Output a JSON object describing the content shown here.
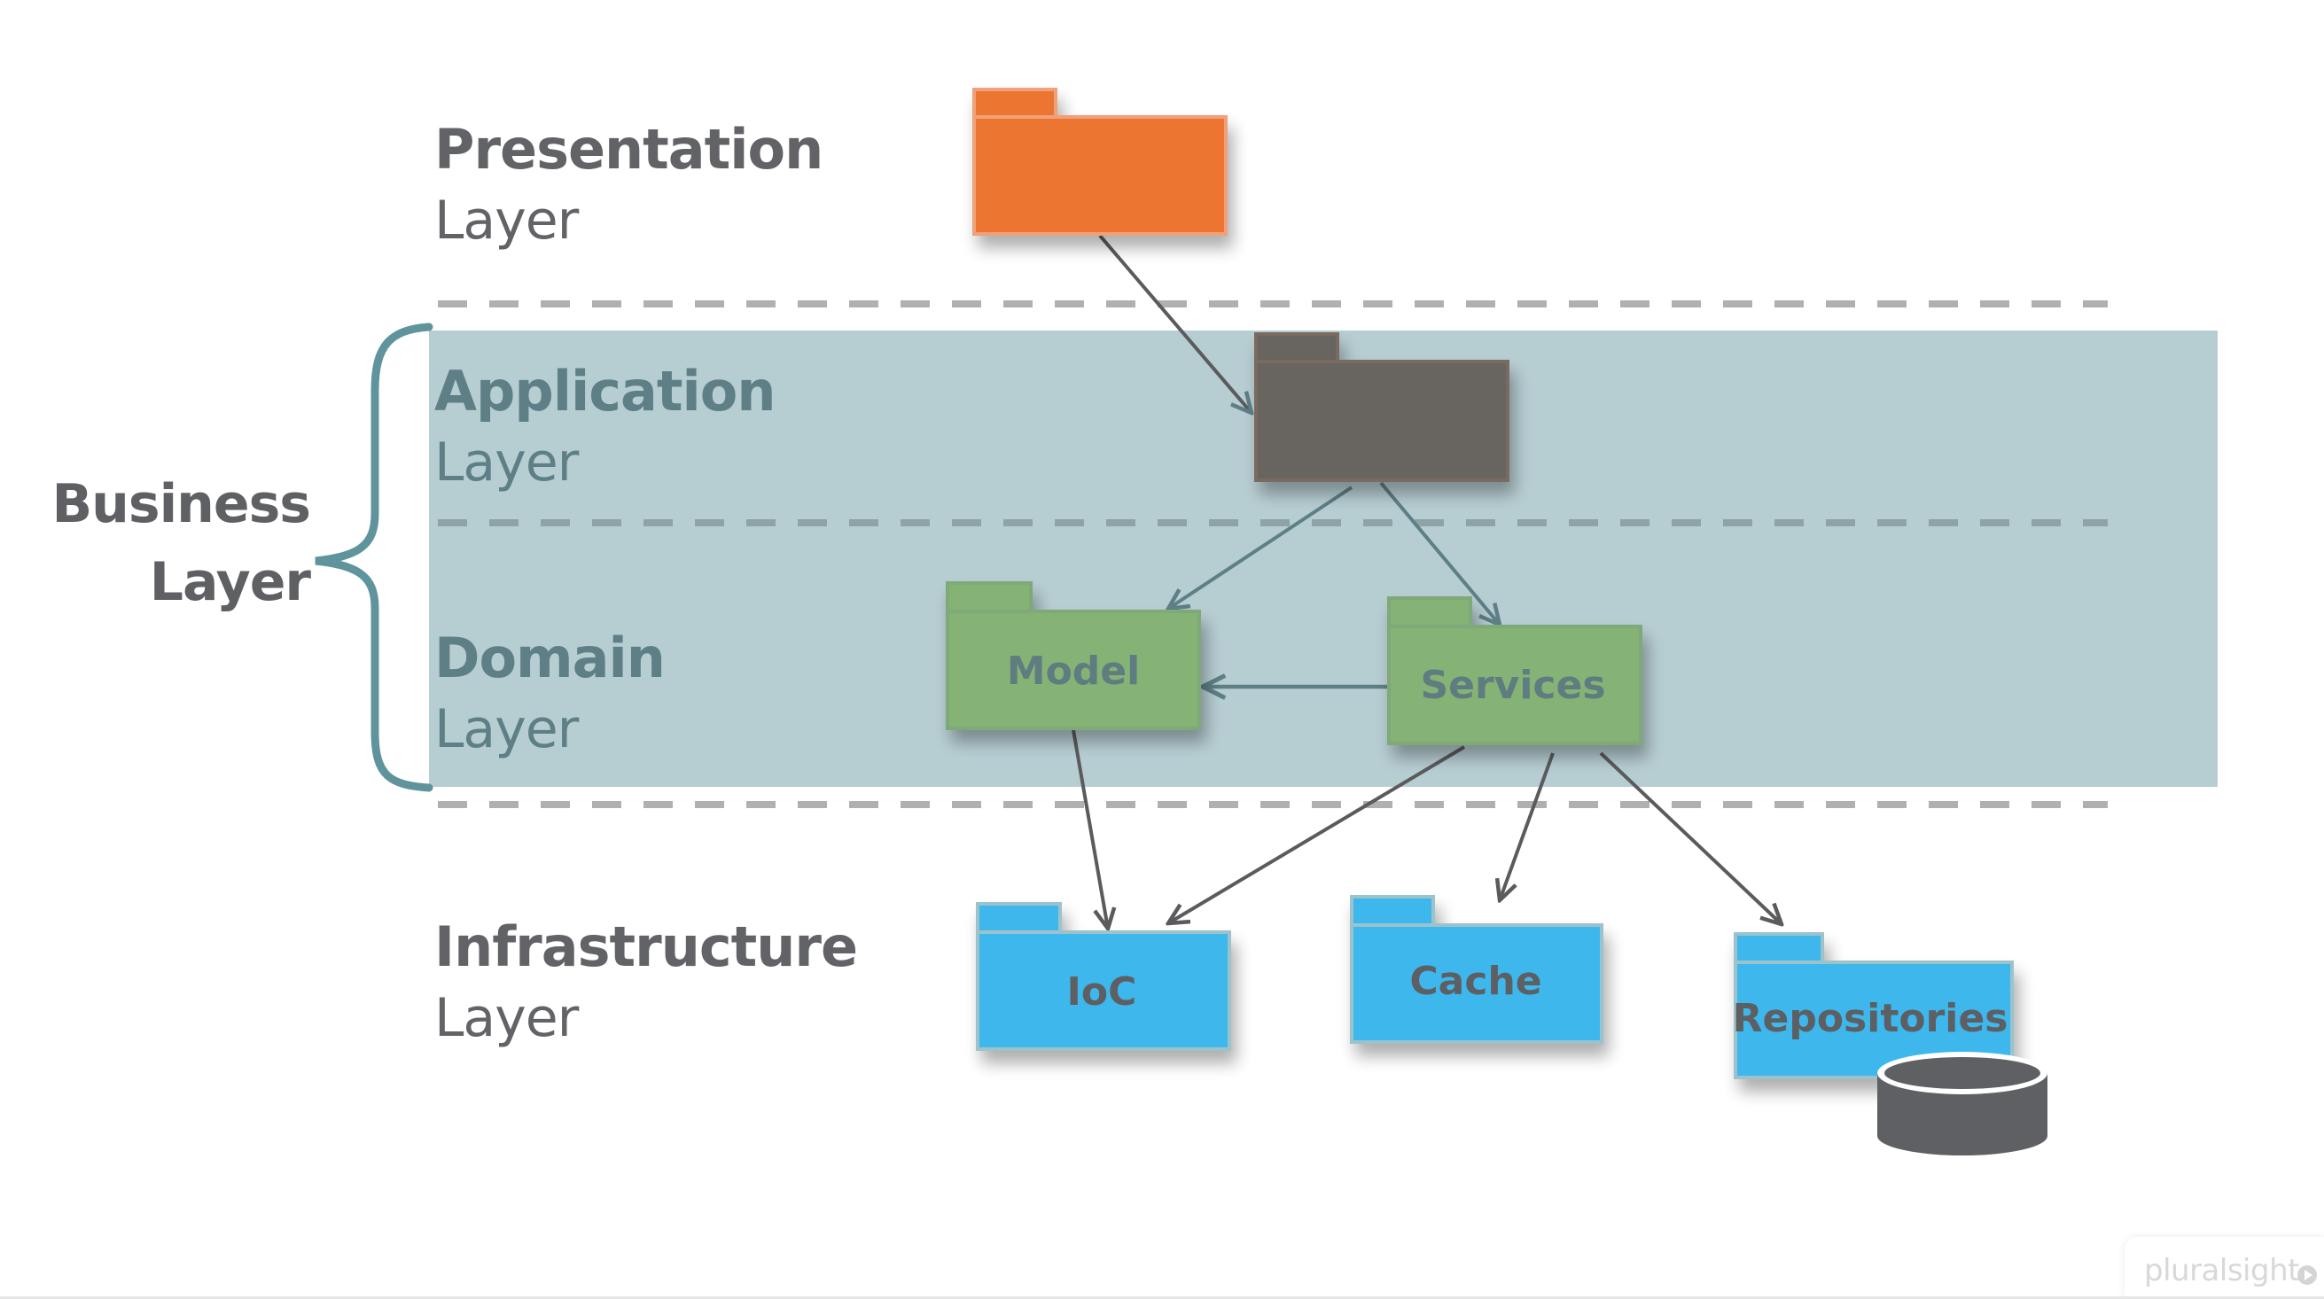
{
  "layers": {
    "presentation": {
      "title": "Presentation",
      "subtitle": "Layer"
    },
    "application": {
      "title": "Application",
      "subtitle": "Layer"
    },
    "domain": {
      "title": "Domain",
      "subtitle": "Layer"
    },
    "infrastructure": {
      "title": "Infrastructure",
      "subtitle": "Layer"
    }
  },
  "group": {
    "line1": "Business",
    "line2": "Layer"
  },
  "packages": {
    "presentation": {
      "label": "",
      "color": "#ec7430"
    },
    "application": {
      "label": "",
      "color": "#686560"
    },
    "model": {
      "label": "Model",
      "color": "#85b275"
    },
    "services": {
      "label": "Services",
      "color": "#85b275"
    },
    "ioc": {
      "label": "IoC",
      "color": "#3cb7ec"
    },
    "cache": {
      "label": "Cache",
      "color": "#3cb7ec"
    },
    "repositories": {
      "label": "Repositories",
      "color": "#3cb7ec"
    }
  },
  "dependencies": [
    {
      "from": "presentation",
      "to": "application"
    },
    {
      "from": "application",
      "to": "model"
    },
    {
      "from": "application",
      "to": "services"
    },
    {
      "from": "services",
      "to": "model"
    },
    {
      "from": "model",
      "to": "ioc"
    },
    {
      "from": "services",
      "to": "ioc"
    },
    {
      "from": "services",
      "to": "cache"
    },
    {
      "from": "services",
      "to": "repositories"
    }
  ],
  "database_icon": "database-icon",
  "colors": {
    "band": "#b6cdd2",
    "brace": "#5f949c",
    "arrow_outside": "#5b5b5e",
    "arrow_inside": "#5d7f85"
  },
  "watermark": {
    "text": "pluralsight"
  }
}
